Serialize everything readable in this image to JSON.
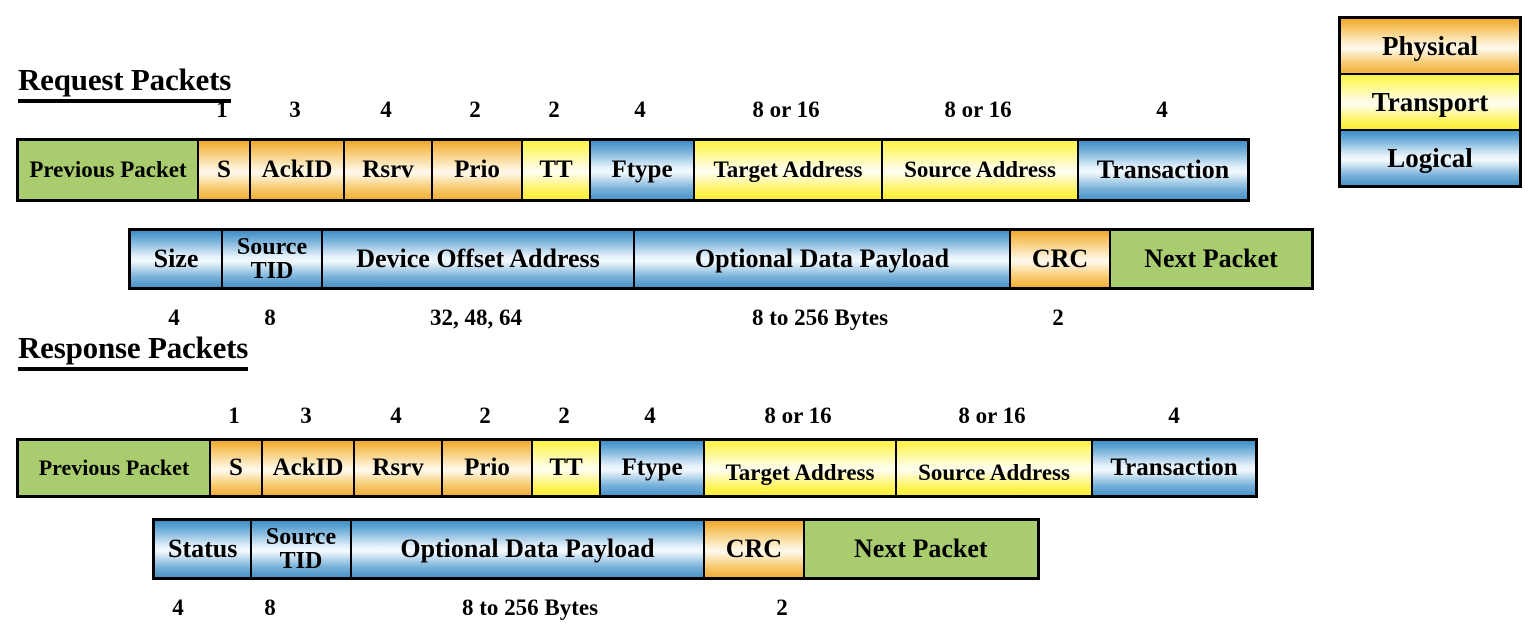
{
  "legend": {
    "title": "protocol-layer-legend",
    "items": [
      {
        "label": "Physical",
        "color": "#f0a830"
      },
      {
        "label": "Transport",
        "color": "#fdf24a"
      },
      {
        "label": "Logical",
        "color": "#3f8ec6"
      }
    ]
  },
  "sections": [
    {
      "id": "request",
      "heading": "Request Packets",
      "rows": [
        {
          "id": "request-header-row",
          "size_labels_position": "above",
          "cells": [
            {
              "name": "previous-packet",
              "label": "Previous Packet",
              "layer": "green",
              "size": "",
              "multiline": true
            },
            {
              "name": "s",
              "label": "S",
              "layer": "orange",
              "size": "1"
            },
            {
              "name": "ackid",
              "label": "AckID",
              "layer": "orange",
              "size": "3"
            },
            {
              "name": "rsrv",
              "label": "Rsrv",
              "layer": "orange",
              "size": "4"
            },
            {
              "name": "prio",
              "label": "Prio",
              "layer": "orange",
              "size": "2"
            },
            {
              "name": "tt",
              "label": "TT",
              "layer": "yellow",
              "size": "2"
            },
            {
              "name": "ftype",
              "label": "Ftype",
              "layer": "blue",
              "size": "4"
            },
            {
              "name": "target-address",
              "label": "Target Address",
              "layer": "yellow",
              "size": "8 or 16",
              "multiline": true
            },
            {
              "name": "source-address",
              "label": "Source Address",
              "layer": "yellow",
              "size": "8 or 16",
              "multiline": true
            },
            {
              "name": "transaction",
              "label": "Transaction",
              "layer": "blue",
              "size": "4"
            }
          ]
        },
        {
          "id": "request-payload-row",
          "size_labels_position": "below",
          "cells": [
            {
              "name": "size",
              "label": "Size",
              "layer": "blue",
              "size": "4"
            },
            {
              "name": "source-tid",
              "label": "Source TID",
              "layer": "blue",
              "size": "8",
              "multiline": true
            },
            {
              "name": "device-offset-address",
              "label": "Device Offset Address",
              "layer": "blue",
              "size": "32, 48, 64"
            },
            {
              "name": "optional-data-payload",
              "label": "Optional Data Payload",
              "layer": "blue",
              "size": "8 to 256 Bytes"
            },
            {
              "name": "crc",
              "label": "CRC",
              "layer": "orange",
              "size": "2"
            },
            {
              "name": "next-packet",
              "label": "Next Packet",
              "layer": "green",
              "size": ""
            }
          ]
        }
      ]
    },
    {
      "id": "response",
      "heading": "Response Packets",
      "rows": [
        {
          "id": "response-header-row",
          "size_labels_position": "above",
          "cells": [
            {
              "name": "previous-packet",
              "label": "Previous Packet",
              "layer": "green",
              "size": "",
              "multiline": true
            },
            {
              "name": "s",
              "label": "S",
              "layer": "orange",
              "size": "1"
            },
            {
              "name": "ackid",
              "label": "AckID",
              "layer": "orange",
              "size": "3"
            },
            {
              "name": "rsrv",
              "label": "Rsrv",
              "layer": "orange",
              "size": "4"
            },
            {
              "name": "prio",
              "label": "Prio",
              "layer": "orange",
              "size": "2"
            },
            {
              "name": "tt",
              "label": "TT",
              "layer": "yellow",
              "size": "2"
            },
            {
              "name": "ftype",
              "label": "Ftype",
              "layer": "blue",
              "size": "4"
            },
            {
              "name": "target-address",
              "label": "Target Address",
              "layer": "yellow",
              "size": "8 or 16",
              "multiline": true
            },
            {
              "name": "source-address",
              "label": "Source Address",
              "layer": "yellow",
              "size": "8 or 16",
              "multiline": true
            },
            {
              "name": "transaction",
              "label": "Transaction",
              "layer": "blue",
              "size": "4"
            }
          ]
        },
        {
          "id": "response-payload-row",
          "size_labels_position": "below",
          "cells": [
            {
              "name": "status",
              "label": "Status",
              "layer": "blue",
              "size": "4"
            },
            {
              "name": "source-tid",
              "label": "Source TID",
              "layer": "blue",
              "size": "8",
              "multiline": true
            },
            {
              "name": "optional-data-payload",
              "label": "Optional Data Payload",
              "layer": "blue",
              "size": "8 to 256 Bytes"
            },
            {
              "name": "crc",
              "label": "CRC",
              "layer": "orange",
              "size": "2"
            },
            {
              "name": "next-packet",
              "label": "Next Packet",
              "layer": "green",
              "size": ""
            }
          ]
        }
      ]
    }
  ]
}
